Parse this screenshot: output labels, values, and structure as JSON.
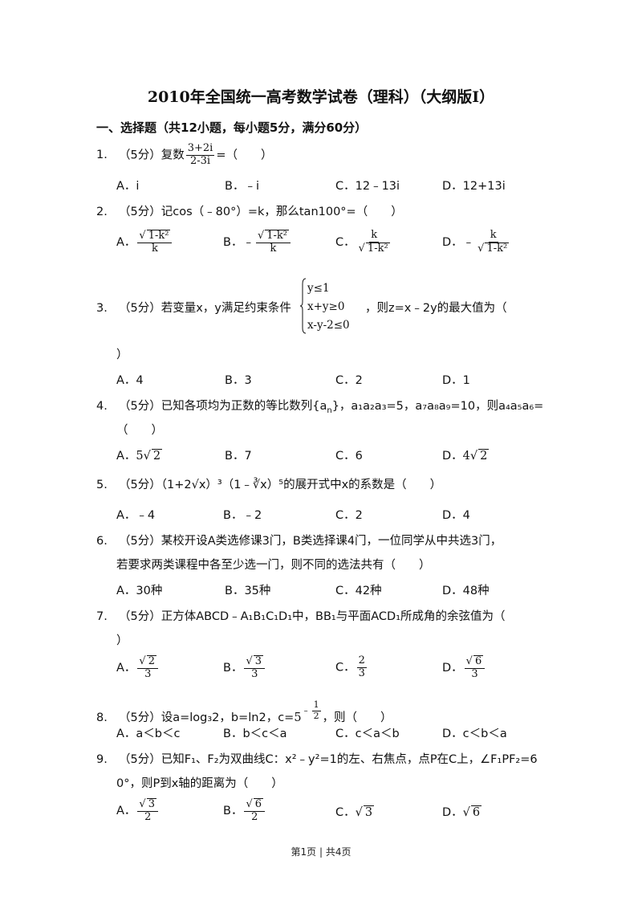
{
  "doc": {
    "title": "2010年全国统一高考数学试卷（理科）（大纲版Ⅰ）",
    "section": "一、选择题（共12小题，每小题5分，满分60分）",
    "footer": "第1页 | 共4页"
  },
  "q1": {
    "num": "1.",
    "pre": "（5分）复数",
    "frac_n": "3+2i",
    "frac_d": "2-3i",
    "post": "=（　　）",
    "A": "A．i",
    "B": "B．﹣i",
    "C": "C．12﹣13i",
    "D": "D．12+13i"
  },
  "q2": {
    "num": "2.",
    "text": "（5分）记cos（﹣80°）=k，那么tan100°=（　　）",
    "A": "A．",
    "B": "B．﹣",
    "C": "C．",
    "D": "D．﹣",
    "rad": "1-k²",
    "k": "k"
  },
  "q3": {
    "num": "3.",
    "pre": "（5分）若变量x，y满足约束条件",
    "post": "，则z=x﹣2y的最大值为（",
    "cont": "）",
    "c1": "y≤1",
    "c2": "x+y≥0",
    "c3": "x-y-2≤0",
    "A": "A．4",
    "B": "B．3",
    "C": "C．2",
    "D": "D．1"
  },
  "q4": {
    "num": "4.",
    "text": "（5分）已知各项均为正数的等比数列{a",
    "sub_n": "n",
    "text2": "}，a₁a₂a₃=5，a₇a₈a₉=10，则a₄a₅a₆=",
    "cont": "（　　）",
    "A": "A．",
    "A_coef": "5",
    "A_rad": "2",
    "B": "B．7",
    "C": "C．6",
    "D": "D．",
    "D_coef": "4",
    "D_rad": "2"
  },
  "q5": {
    "num": "5.",
    "text": "（5分）（1+2√x）³（1﹣∛x）⁵的展开式中x的系数是（　　）",
    "A": "A．﹣4",
    "B": "B．﹣2",
    "C": "C．2",
    "D": "D．4"
  },
  "q6": {
    "num": "6.",
    "text": "（5分）某校开设A类选修课3门，B类选择课4门，一位同学从中共选3门，",
    "cont": "若要求两类课程中各至少选一门，则不同的选法共有（　　）",
    "A": "A．30种",
    "B": "B．35种",
    "C": "C．42种",
    "D": "D．48种"
  },
  "q7": {
    "num": "7.",
    "text": "（5分）正方体ABCD﹣A₁B₁C₁D₁中，BB₁与平面ACD₁所成角的余弦值为（",
    "cont": "）",
    "A": "A．",
    "B": "B．",
    "C": "C．",
    "D": "D．",
    "A_n": "2",
    "B_n": "3",
    "C_n": "2",
    "D_n": "6",
    "den": "3"
  },
  "q8": {
    "num": "8.",
    "text": "（5分）设a=log₃2，b=ln2，c=",
    "base": "5",
    "exp_n": "1",
    "exp_d": "2",
    "post": "，则（　　）",
    "A": "A．a＜b＜c",
    "B": "B．b＜c＜a",
    "C": "C．c＜a＜b",
    "D": "D．c＜b＜a"
  },
  "q9": {
    "num": "9.",
    "text": "（5分）已知F₁、F₂为双曲线C：x²﹣y²=1的左、右焦点，点P在C上，∠F₁PF₂=6",
    "cont": "0°，则P到x轴的距离为（　　）",
    "A": "A．",
    "B": "B．",
    "C": "C．",
    "D": "D．",
    "A_n": "3",
    "B_n": "6",
    "C_r": "3",
    "D_r": "6",
    "den": "2"
  }
}
